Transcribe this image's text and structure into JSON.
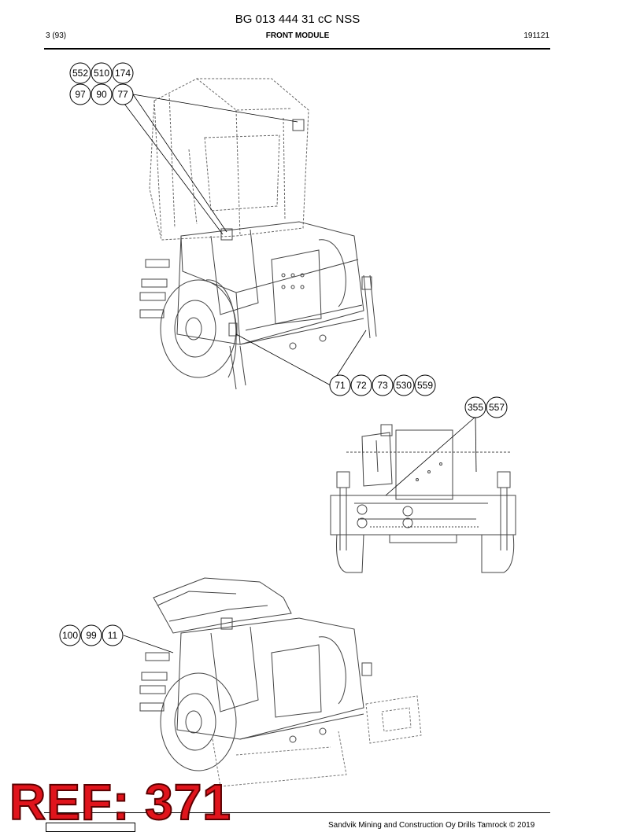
{
  "document": {
    "title": "BG 013 444 31 cC NSS",
    "page": "3 (93)",
    "section": "FRONT MODULE",
    "date_code": "191121",
    "footer_text": "Sandvik Mining and Construction Oy Drills Tamrock © 2019"
  },
  "callout_groups": [
    {
      "id": "top-upper",
      "numbers": [
        "552",
        "510",
        "174"
      ]
    },
    {
      "id": "top-lower",
      "numbers": [
        "97",
        "90",
        "77"
      ]
    },
    {
      "id": "middle",
      "numbers": [
        "71",
        "72",
        "73",
        "530",
        "559"
      ]
    },
    {
      "id": "rear-view",
      "numbers": [
        "355",
        "557"
      ]
    },
    {
      "id": "bottom",
      "numbers": [
        "100",
        "99",
        "11"
      ]
    }
  ],
  "watermark": {
    "text": "REF: 371",
    "color": "#e0141c"
  },
  "colors": {
    "line": "#000000",
    "drawing": "#444444",
    "background": "#ffffff"
  }
}
